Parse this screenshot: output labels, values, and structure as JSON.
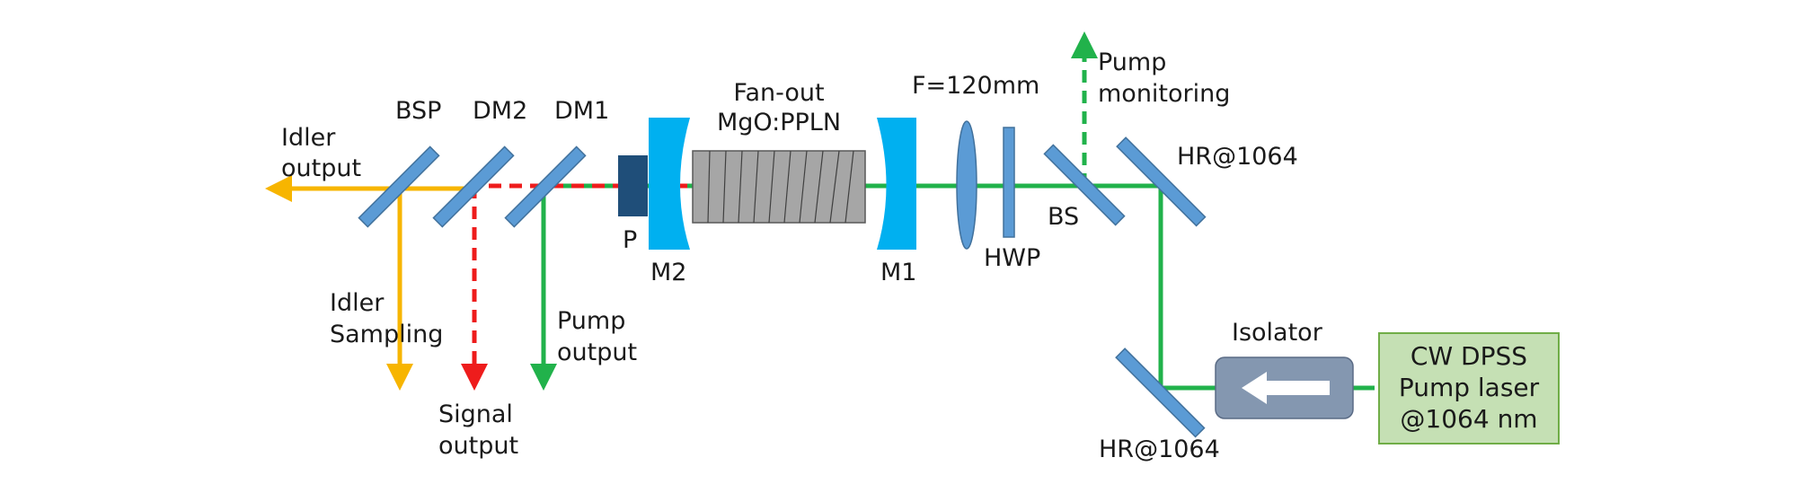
{
  "labels": {
    "idler_output": [
      "Idler",
      "output"
    ],
    "bsp": "BSP",
    "dm2": "DM2",
    "dm1": "DM1",
    "p": "P",
    "m2": "M2",
    "crystal": [
      "Fan-out",
      "MgO:PPLN"
    ],
    "m1": "M1",
    "lens": "F=120mm",
    "hwp": "HWP",
    "bs": "BS",
    "pump_monitoring": [
      "Pump",
      "monitoring"
    ],
    "hr_top": "HR@1064",
    "hr_bottom": "HR@1064",
    "idler_sampling": [
      "Idler",
      "Sampling"
    ],
    "signal_output": [
      "Signal",
      "output"
    ],
    "pump_output": [
      "Pump",
      "output"
    ],
    "isolator": "Isolator",
    "laser": [
      "CW DPSS",
      "Pump laser",
      "@1064 nm"
    ]
  },
  "colors": {
    "pump_beam": "#21b24b",
    "idler_beam": "#f7b500",
    "signal_beam": "#ee1c1c",
    "mirror": "#5b9bd5",
    "cavity_mirror": "#00b0f0",
    "polarizer": "#1f4e79",
    "crystal_fill": "#a6a6a6",
    "isolator_fill": "#8497b0",
    "laser_fill": "#c5e0b4",
    "laser_border": "#70ad47"
  }
}
